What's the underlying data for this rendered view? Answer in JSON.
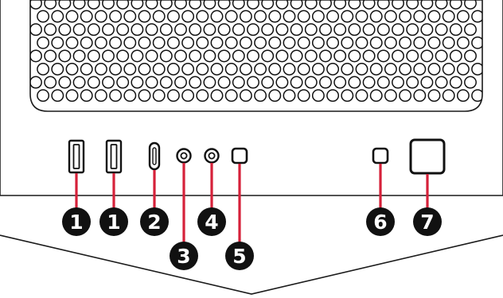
{
  "diagram": {
    "title": "",
    "panel": "front-io-panel",
    "accent_color": "#d6213a",
    "callout_color": "#111111",
    "outline_color": "#1a1a1a",
    "callouts": [
      {
        "number": "1",
        "port": "usb-a-port",
        "icon": "usb-a-icon"
      },
      {
        "number": "1",
        "port": "usb-a-port",
        "icon": "usb-a-icon"
      },
      {
        "number": "2",
        "port": "usb-c-port",
        "icon": "usb-c-icon"
      },
      {
        "number": "3",
        "port": "audio-jack",
        "icon": "audio-jack-icon"
      },
      {
        "number": "4",
        "port": "audio-jack",
        "icon": "audio-jack-icon"
      },
      {
        "number": "5",
        "port": "small-button",
        "icon": "square-button-icon"
      },
      {
        "number": "6",
        "port": "small-button",
        "icon": "square-button-icon"
      },
      {
        "number": "7",
        "port": "power-button",
        "icon": "power-button-icon"
      }
    ]
  }
}
